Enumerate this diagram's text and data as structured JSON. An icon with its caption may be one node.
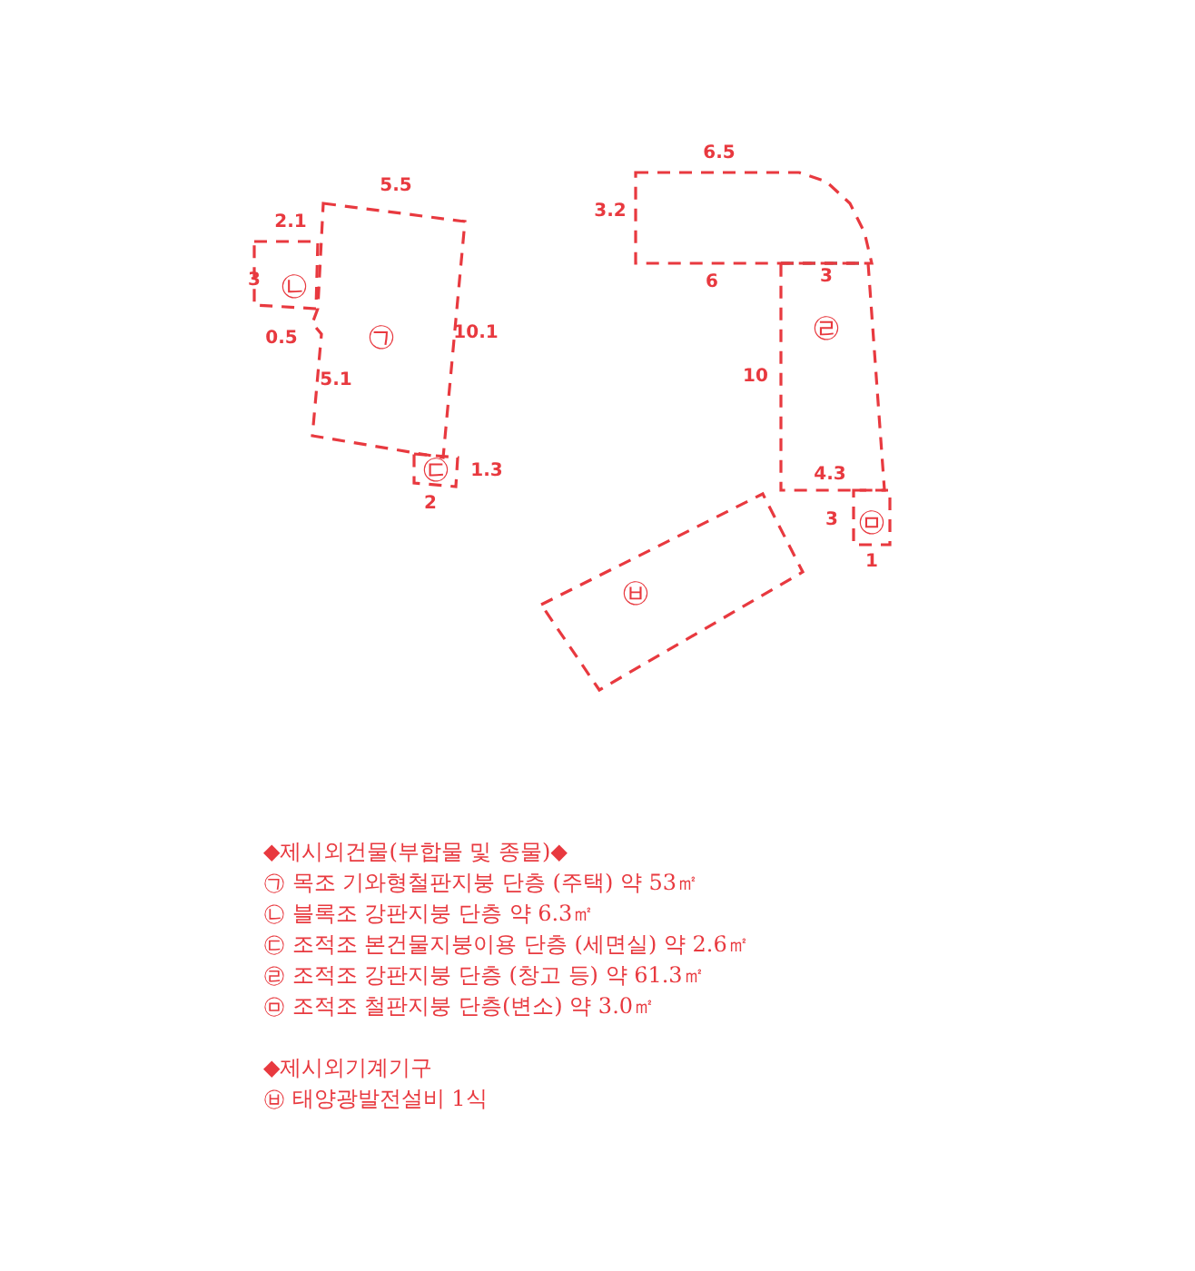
{
  "diagram": {
    "nodes": [
      {
        "text": [
          "㉠"
        ]
      },
      {
        "text": [
          "㉡"
        ]
      },
      {
        "text": [
          "㉢"
        ]
      },
      {
        "text": [],
        "shape": "box"
      },
      {
        "text": [
          "㉣"
        ]
      },
      {
        "text": [
          "㉤"
        ]
      },
      {
        "text": [
          "㉥"
        ]
      }
    ],
    "labels": [
      "5.5",
      "2.1",
      "3",
      "0.5",
      "10.1",
      "5.1",
      "1.3",
      "2",
      "6.5",
      "3.2",
      "6",
      "3",
      "10",
      "4.3",
      "3",
      "1",
      "◆제시외건물(부합물 및 종물)◆",
      "㉠ 목조 기와형철판지붕 단층 (주택) 약 53㎡",
      "㉡ 블록조 강판지붕 단층 약 6.3㎡",
      "㉢ 조적조 본건물지붕이용 단층 (세면실) 약 2.6㎡",
      "㉣ 조적조 강판지붕 단층 (창고 등) 약 61.3㎡",
      "㉤ 조적조 철판지붕 단층(변소) 약 3.0㎡",
      "◆제시외기계기구",
      "㉥ 태양광발전설비 1식"
    ]
  }
}
